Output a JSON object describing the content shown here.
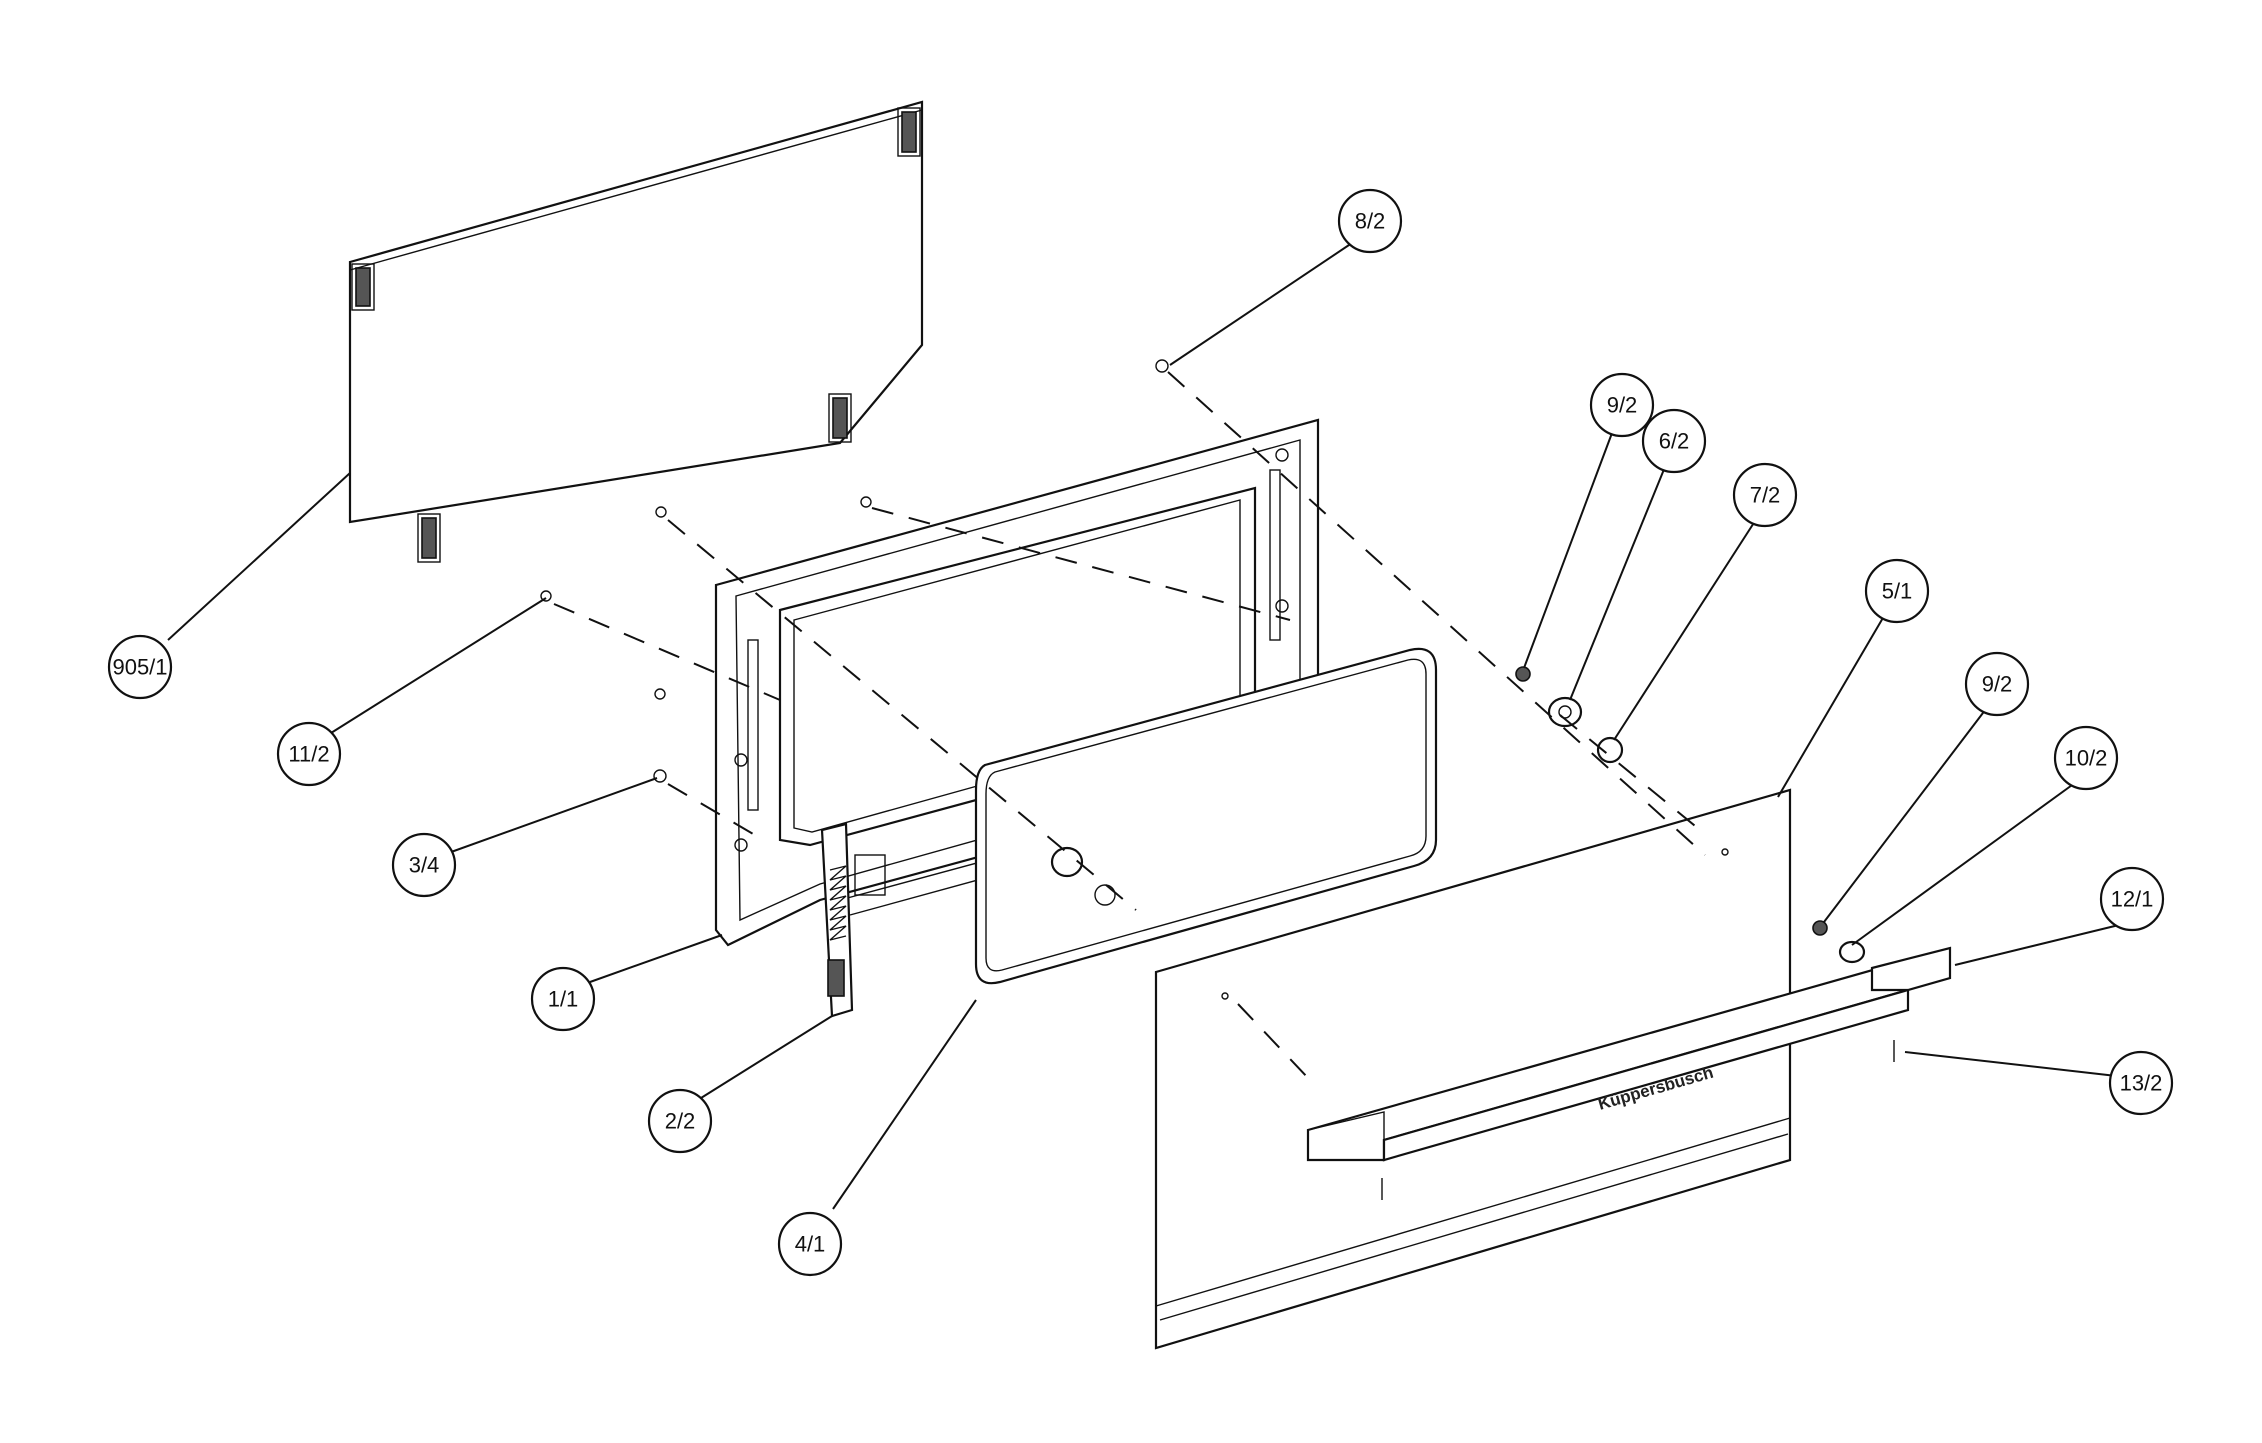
{
  "callouts": [
    {
      "id": "c-905-1",
      "label": "905/1"
    },
    {
      "id": "c-8-2",
      "label": "8/2"
    },
    {
      "id": "c-9-2-a",
      "label": "9/2"
    },
    {
      "id": "c-6-2",
      "label": "6/2"
    },
    {
      "id": "c-7-2",
      "label": "7/2"
    },
    {
      "id": "c-5-1",
      "label": "5/1"
    },
    {
      "id": "c-9-2-b",
      "label": "9/2"
    },
    {
      "id": "c-10-2",
      "label": "10/2"
    },
    {
      "id": "c-12-1",
      "label": "12/1"
    },
    {
      "id": "c-13-2",
      "label": "13/2"
    },
    {
      "id": "c-11-2",
      "label": "11/2"
    },
    {
      "id": "c-3-4",
      "label": "3/4"
    },
    {
      "id": "c-1-1",
      "label": "1/1"
    },
    {
      "id": "c-2-2",
      "label": "2/2"
    },
    {
      "id": "c-4-1",
      "label": "4/1"
    }
  ],
  "handle_brand": "Küppersbusch"
}
